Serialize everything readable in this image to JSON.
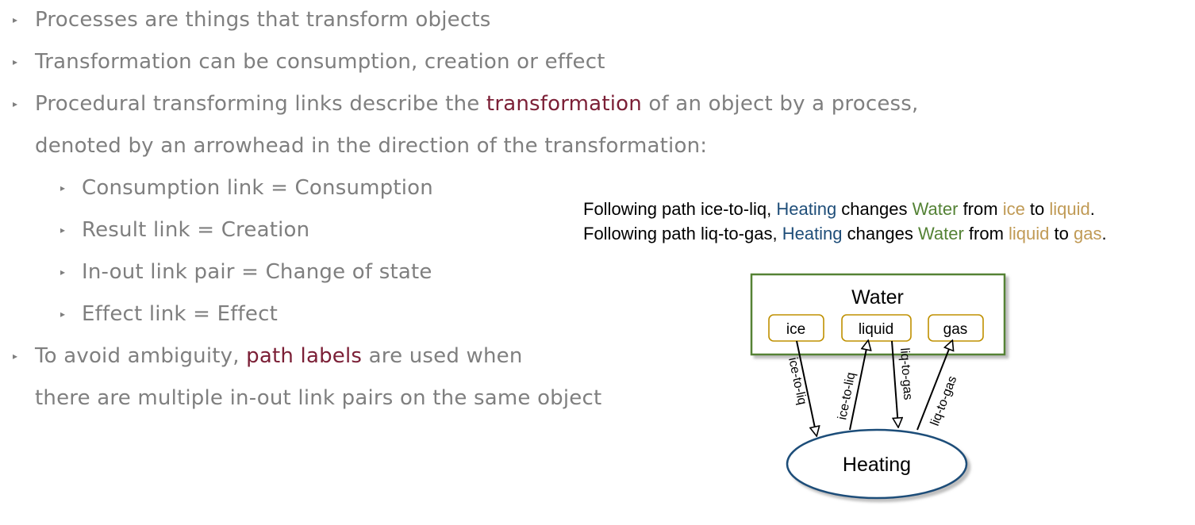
{
  "bullets": {
    "b1": "Processes are things that transform objects",
    "b2": "Transformation can be consumption, creation or effect",
    "b3_pre": "Procedural transforming links describe the ",
    "b3_highlight": "transformation",
    "b3_post": " of an object by a process,",
    "b3_cont": "denoted by an arrowhead in the direction of the transformation:",
    "sub1": "Consumption link = Consumption",
    "sub2": "Result link = Creation",
    "sub3": "In-out link pair = Change of state",
    "sub4": "Effect link = Effect",
    "b4_pre": "To avoid ambiguity, ",
    "b4_highlight": "path labels",
    "b4_post": " are used when",
    "b4_cont": "there are multiple in-out link pairs on the same object"
  },
  "caption": {
    "l1_a": "Following path ice-to-liq, ",
    "l1_process": "Heating",
    "l1_b": " changes ",
    "l1_object": "Water",
    "l1_c": " from ",
    "l1_state1": "ice",
    "l1_d": " to ",
    "l1_state2": "liquid",
    "l1_e": ".",
    "l2_a": "Following path liq-to-gas, ",
    "l2_process": "Heating",
    "l2_b": " changes ",
    "l2_object": "Water",
    "l2_c": " from ",
    "l2_state1": "liquid",
    "l2_d": " to ",
    "l2_state2": "gas",
    "l2_e": "."
  },
  "diagram": {
    "object_label": "Water",
    "states": [
      "ice",
      "liquid",
      "gas"
    ],
    "process_label": "Heating",
    "path_labels": [
      "ice-to-liq",
      "ice-to-liq",
      "liq-to-gas",
      "liq-to-gas"
    ]
  },
  "colors": {
    "bullet_text": "#7f7f7f",
    "highlight": "#7b1f36",
    "process": "#1f4e79",
    "object": "#548235",
    "state": "#c09a55",
    "object_border": "#548235",
    "state_border": "#bf9000",
    "process_border": "#1f4e79"
  }
}
